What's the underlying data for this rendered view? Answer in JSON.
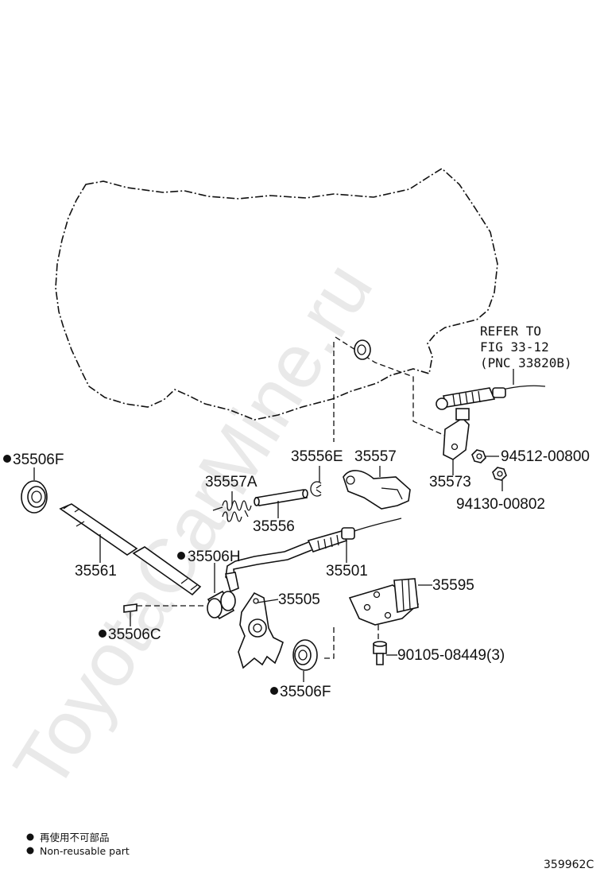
{
  "watermark": "ToyotaCarMine.ru",
  "reference": {
    "line1": "REFER TO",
    "line2": "FIG 33-12",
    "line3": "(PNC 33820B)"
  },
  "parts": {
    "p35506F_top": "35506F",
    "p35506F_bottom": "35506F",
    "p35506H": "35506H",
    "p35506C": "35506C",
    "p35561": "35561",
    "p35557A": "35557A",
    "p35556": "35556",
    "p35556E": "35556E",
    "p35557": "35557",
    "p35573": "35573",
    "p94512": "94512-00800",
    "p94130": "94130-00802",
    "p35501": "35501",
    "p35505": "35505",
    "p35595": "35595",
    "p90105": "90105-08449(3)"
  },
  "legend": {
    "line1": "再使用不可部品",
    "line2": "Non-reusable part"
  },
  "figure_code": "359962C"
}
